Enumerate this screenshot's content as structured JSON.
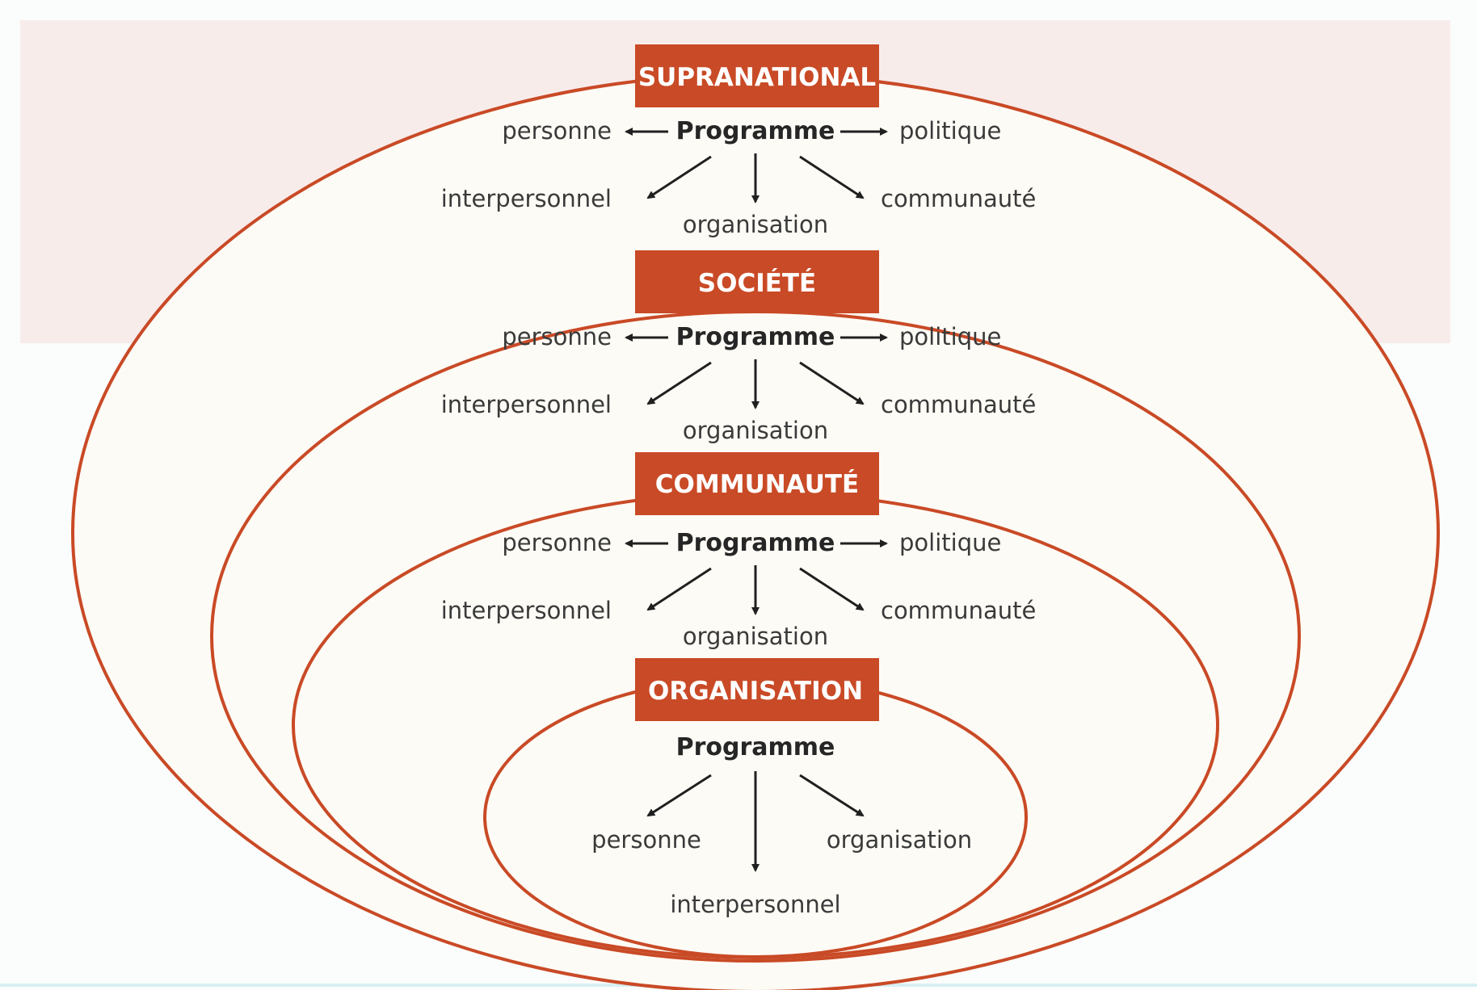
{
  "colors": {
    "accent": "#c94a26",
    "panel": "#f8eceb",
    "ellipse_fill": "#fdfbf5",
    "arrow": "#202020",
    "bottom_line": "#d8eef2"
  },
  "levels": [
    {
      "id": "supranational",
      "title": "SUPRANATIONAL",
      "program": "Programme",
      "left": "personne",
      "right": "politique",
      "lower_left": "interpersonnel",
      "lower_center": "organisation",
      "lower_right": "communauté"
    },
    {
      "id": "societe",
      "title": "SOCIÉTÉ",
      "program": "Programme",
      "left": "personne",
      "right": "politique",
      "lower_left": "interpersonnel",
      "lower_center": "organisation",
      "lower_right": "communauté"
    },
    {
      "id": "communaute",
      "title": "COMMUNAUTÉ",
      "program": "Programme",
      "left": "personne",
      "right": "politique",
      "lower_left": "interpersonnel",
      "lower_center": "organisation",
      "lower_right": "communauté"
    }
  ],
  "organisation": {
    "title": "ORGANISATION",
    "program": "Programme",
    "left": "personne",
    "right": "organisation",
    "bottom": "interpersonnel"
  }
}
